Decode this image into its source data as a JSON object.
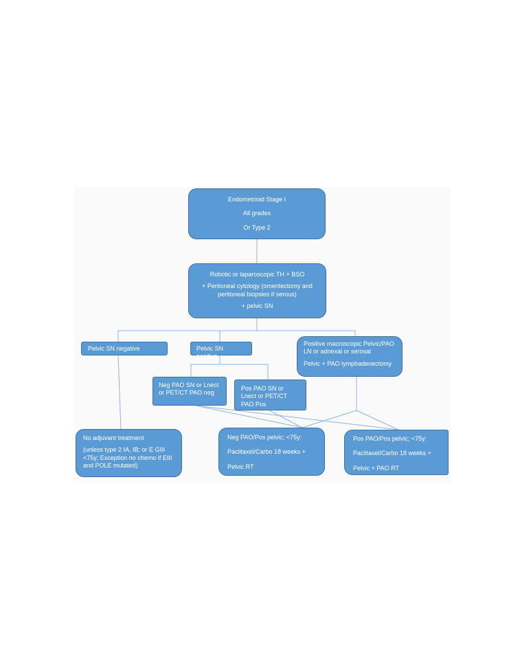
{
  "boxes": {
    "start": {
      "lines": [
        "Endometrioid Stage I",
        "All grades",
        "Or Type 2"
      ]
    },
    "surgery": {
      "lines": [
        "Robotic or laparoscopic TH + BSO",
        "+ Peritoneal cytology (omentectomy and peritoneal biopsies if serous)",
        "+ pelvic SN"
      ]
    },
    "sn_negative": {
      "lines": [
        "Pelvic SN negative"
      ]
    },
    "sn_positive": {
      "lines": [
        "Pelvic SN positive"
      ]
    },
    "macroscopic": {
      "lines": [
        "Positive macroscopic Pelvic/PAO LN or adnexal or serosal",
        "Pelvic + PAO lymphadenectomy"
      ]
    },
    "neg_pao": {
      "lines": [
        "Neg PAO SN or Lnect or PET/CT PAO neg"
      ]
    },
    "pos_pao": {
      "lines": [
        "Pos PAO SN or Lnect or PET/CT PAO Pos"
      ]
    },
    "no_adjuvant": {
      "lines": [
        "No adjuvant treatment",
        "(unless type 2 IA, IB; or E GIII <75y; Exception no chemo if EIII and  POLE mutated)"
      ]
    },
    "neg_pos_pelvic": {
      "lines": [
        "Neg PAO/Pos pelvic; <75y:",
        "Paclitaxel/Carbo 18 weeks +",
        "Pelvic RT"
      ]
    },
    "pos_pos_pelvic": {
      "lines": [
        "Pos PAO/Pos pelvic; <75y:",
        "Paclitaxel/Carbo 18 weeks +",
        "Pelvic + PAO RT"
      ]
    }
  },
  "colors": {
    "box_fill": "#5b9bd5",
    "box_border": "#41719c",
    "connector": "#8db4e2"
  }
}
